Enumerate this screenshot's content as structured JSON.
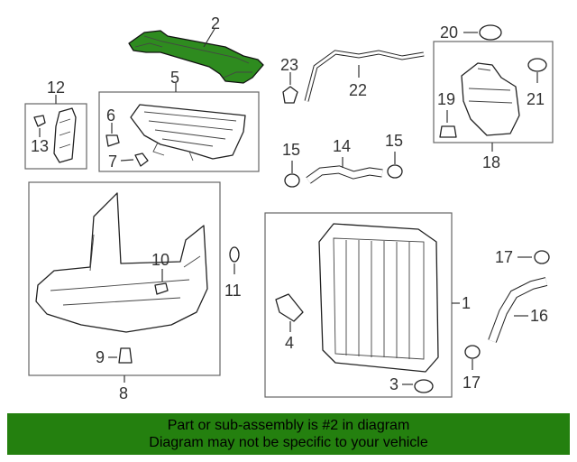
{
  "diagram": {
    "callouts": {
      "c1": "1",
      "c2": "2",
      "c3": "3",
      "c4": "4",
      "c5": "5",
      "c6": "6",
      "c7": "7",
      "c8": "8",
      "c9": "9",
      "c10": "10",
      "c11": "11",
      "c12": "12",
      "c13": "13",
      "c14": "14",
      "c15a": "15",
      "c15b": "15",
      "c16": "16",
      "c17a": "17",
      "c17b": "17",
      "c18": "18",
      "c19": "19",
      "c20": "20",
      "c21": "21",
      "c22": "22",
      "c23": "23"
    },
    "highlighted_part_color": "#2e8b1f"
  },
  "banner": {
    "line1": "Part or sub-assembly is #2 in diagram",
    "line2": "Diagram may not be specific to your vehicle",
    "background": "#24800f"
  }
}
